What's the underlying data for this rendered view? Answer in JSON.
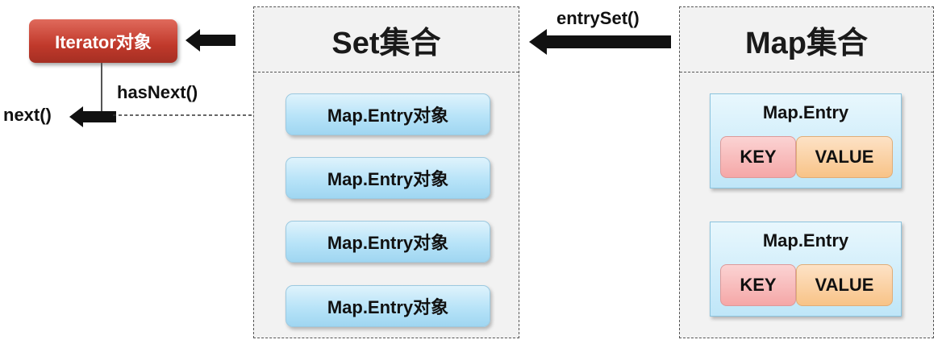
{
  "iterator": {
    "label": "Iterator对象"
  },
  "labels": {
    "has_next": "hasNext()",
    "next": "next()",
    "entry_set": "entrySet()"
  },
  "set_container": {
    "title": "Set集合",
    "items": [
      "Map.Entry对象",
      "Map.Entry对象",
      "Map.Entry对象",
      "Map.Entry对象"
    ]
  },
  "map_container": {
    "title": "Map集合",
    "entries": [
      {
        "title": "Map.Entry",
        "key": "KEY",
        "value": "VALUE"
      },
      {
        "title": "Map.Entry",
        "key": "KEY",
        "value": "VALUE"
      }
    ]
  },
  "colors": {
    "iterator": "#c0392b",
    "pill": "#b7e3f8",
    "key": "#f5a7a7",
    "value": "#f8c387",
    "container_bg": "#f2f2f2"
  }
}
